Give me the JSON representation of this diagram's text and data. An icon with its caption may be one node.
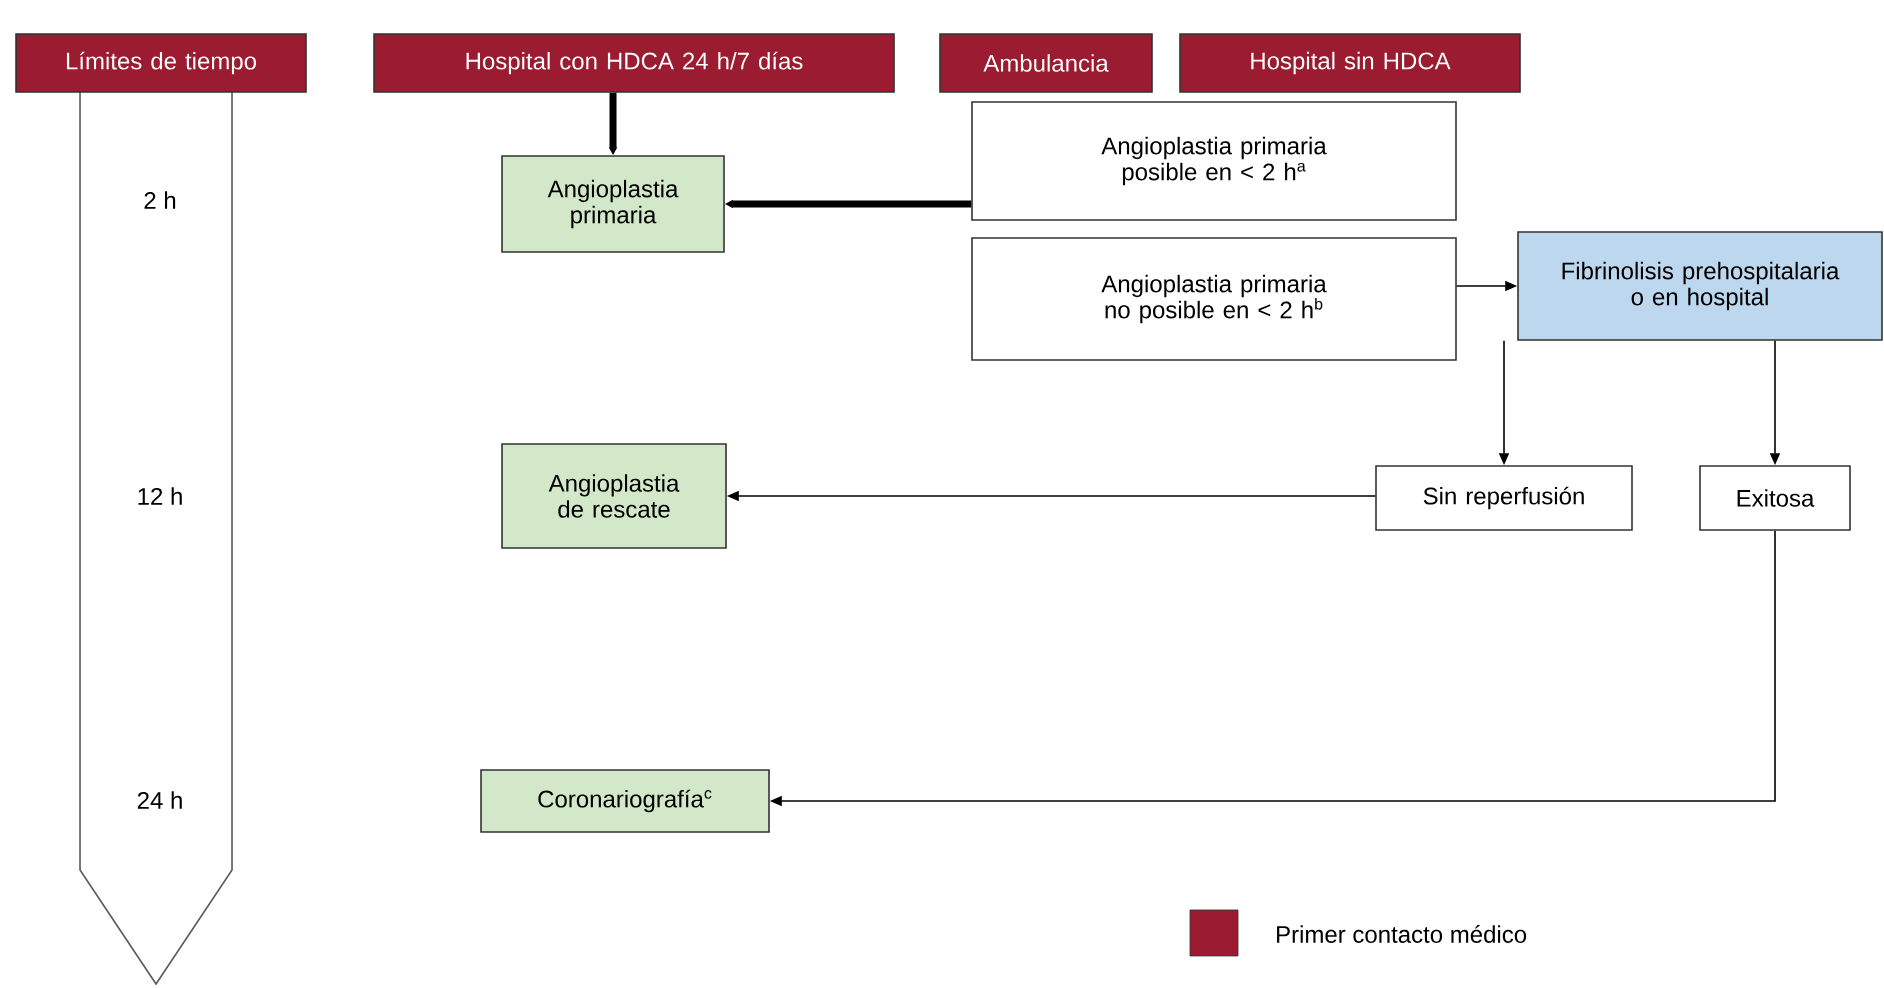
{
  "diagram": {
    "nodes": [
      {
        "text": [
          "Límites de tiempo"
        ]
      },
      {
        "text": [
          "Hospital con HDCA 24 h/7 días"
        ]
      },
      {
        "text": [
          "Ambulancia"
        ]
      },
      {
        "text": [
          "Hospital sin HDCA"
        ]
      },
      {
        "text": [
          "Angioplastia primaria"
        ]
      },
      {
        "text": [
          "Angioplastia primaria posible en < 2 h$^{a}$"
        ]
      },
      {
        "text": [
          "Angioplastia primaria no posible en < 2 h$^{b}$"
        ]
      },
      {
        "text": [
          "Fibrinolisis prehospitalaria o en hospital"
        ]
      },
      {
        "text": [
          "Angioplastia de rescate"
        ]
      },
      {
        "text": [
          "Sin reperfusión"
        ]
      },
      {
        "text": [
          "Exitosa"
        ]
      },
      {
        "text": [
          "Coronariografía$^{c}$"
        ]
      }
    ],
    "edges": [
      {
        "from": 1,
        "to": 4,
        "arrow": "to",
        "style": "thick"
      },
      {
        "from": 5,
        "to": 4,
        "arrow": "to",
        "style": "thick"
      },
      {
        "from": 6,
        "to": 7,
        "arrow": "to"
      },
      {
        "from": 7,
        "to": 9,
        "arrow": "to"
      },
      {
        "from": 7,
        "to": 10,
        "arrow": "to"
      },
      {
        "from": 9,
        "to": 8,
        "arrow": "to"
      },
      {
        "from": 10,
        "to": 11,
        "arrow": "to"
      }
    ],
    "labels": [
      "2 h",
      "12 h",
      "24 h"
    ],
    "legend": [
      {
        "text": "Primer contacto médico",
        "color": "#9b1b30"
      }
    ]
  }
}
